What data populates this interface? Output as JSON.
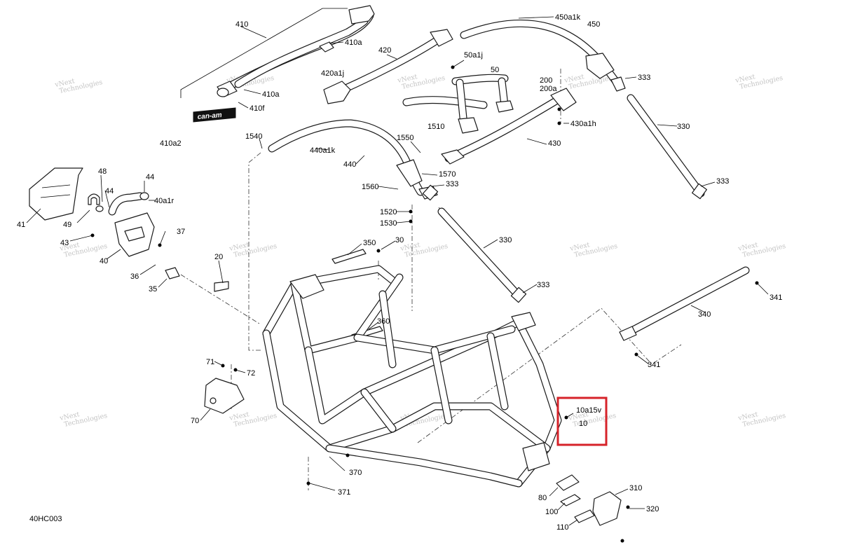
{
  "figure_code": "40HC003",
  "logo_text": "can-am",
  "watermark": {
    "line1": "vNext",
    "line2": "Technologies"
  },
  "highlight_color": "#d6232a",
  "callouts": [
    {
      "id": "c410",
      "text": "410"
    },
    {
      "id": "c410a_1",
      "text": "410a"
    },
    {
      "id": "c410a_2",
      "text": "410a"
    },
    {
      "id": "c410f",
      "text": "410f"
    },
    {
      "id": "c410a2",
      "text": "410a2"
    },
    {
      "id": "c420",
      "text": "420"
    },
    {
      "id": "c420a1j",
      "text": "420a1j"
    },
    {
      "id": "c450a1k",
      "text": "450a1k"
    },
    {
      "id": "c450",
      "text": "450"
    },
    {
      "id": "c50a1j",
      "text": "50a1j"
    },
    {
      "id": "c50",
      "text": "50"
    },
    {
      "id": "c1510",
      "text": "1510"
    },
    {
      "id": "c200",
      "text": "200"
    },
    {
      "id": "c200a",
      "text": "200a"
    },
    {
      "id": "c333_1",
      "text": "333"
    },
    {
      "id": "c430a1h",
      "text": "430a1h"
    },
    {
      "id": "c430",
      "text": "430"
    },
    {
      "id": "c330_1",
      "text": "330"
    },
    {
      "id": "c1540",
      "text": "1540"
    },
    {
      "id": "c440a1k",
      "text": "440a1k"
    },
    {
      "id": "c1550",
      "text": "1550"
    },
    {
      "id": "c440",
      "text": "440"
    },
    {
      "id": "c1570",
      "text": "1570"
    },
    {
      "id": "c333_2",
      "text": "333"
    },
    {
      "id": "c1560",
      "text": "1560"
    },
    {
      "id": "c333_3",
      "text": "333"
    },
    {
      "id": "c1520",
      "text": "1520"
    },
    {
      "id": "c1530",
      "text": "1530"
    },
    {
      "id": "c48",
      "text": "48"
    },
    {
      "id": "c44_1",
      "text": "44"
    },
    {
      "id": "c44_2",
      "text": "44"
    },
    {
      "id": "c40a1r",
      "text": "40a1r"
    },
    {
      "id": "c41",
      "text": "41"
    },
    {
      "id": "c49",
      "text": "49"
    },
    {
      "id": "c37",
      "text": "37"
    },
    {
      "id": "c43",
      "text": "43"
    },
    {
      "id": "c40",
      "text": "40"
    },
    {
      "id": "c350",
      "text": "350"
    },
    {
      "id": "c30",
      "text": "30"
    },
    {
      "id": "c330_2",
      "text": "330"
    },
    {
      "id": "c20",
      "text": "20"
    },
    {
      "id": "c36",
      "text": "36"
    },
    {
      "id": "c35",
      "text": "35"
    },
    {
      "id": "c333_4",
      "text": "333"
    },
    {
      "id": "c341_1",
      "text": "341"
    },
    {
      "id": "c340",
      "text": "340"
    },
    {
      "id": "c360",
      "text": "360"
    },
    {
      "id": "c341_2",
      "text": "341"
    },
    {
      "id": "c71",
      "text": "71"
    },
    {
      "id": "c72",
      "text": "72"
    },
    {
      "id": "c70",
      "text": "70"
    },
    {
      "id": "c10a15v",
      "text": "10a15v"
    },
    {
      "id": "c10",
      "text": "10"
    },
    {
      "id": "c370",
      "text": "370"
    },
    {
      "id": "c371",
      "text": "371"
    },
    {
      "id": "c310",
      "text": "310"
    },
    {
      "id": "c80",
      "text": "80"
    },
    {
      "id": "c100",
      "text": "100"
    },
    {
      "id": "c320",
      "text": "320"
    },
    {
      "id": "c110",
      "text": "110"
    }
  ]
}
